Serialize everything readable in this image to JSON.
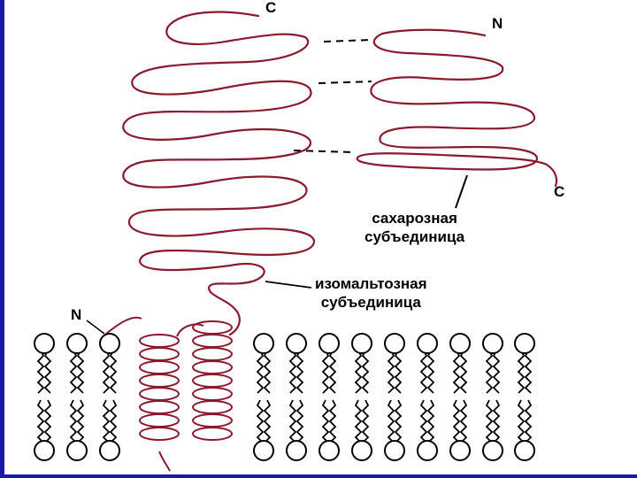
{
  "colors": {
    "chain": "#8b1a2e",
    "lipid": "#000000",
    "frame": "#1a1aa8",
    "background": "#ffffff"
  },
  "labels": {
    "c_top": "C",
    "n_top_right": "N",
    "c_right": "C",
    "n_membrane": "N",
    "sucrase_subunit": [
      "сахарозная",
      "субъединица"
    ],
    "isomaltase_subunit": [
      "изомальтозная",
      "субъединица"
    ]
  }
}
